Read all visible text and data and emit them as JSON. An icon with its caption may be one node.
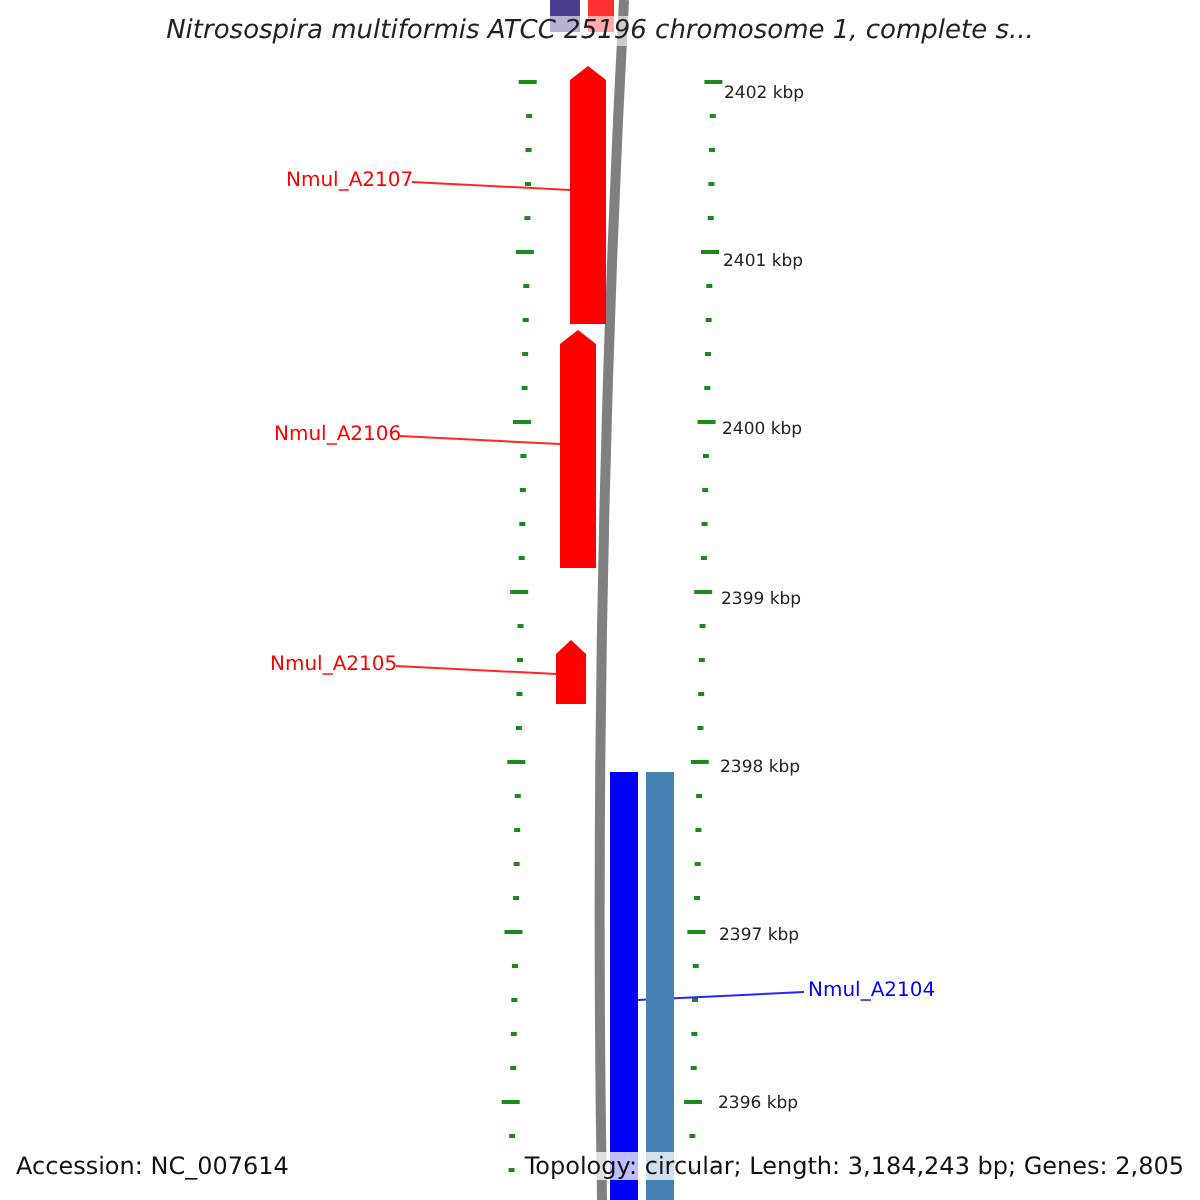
{
  "diagram": {
    "title": "Nitrosospira multiformis ATCC 25196 chromosome 1, complete s...",
    "nodes": [
      {
        "text": [
          "Nmul_A2107"
        ]
      },
      {
        "text": [],
        "shape": "arrow"
      },
      {
        "text": [
          "Nmul_A2106"
        ]
      },
      {
        "text": [],
        "shape": "arrow"
      },
      {
        "text": [
          "Nmul_A2105"
        ]
      },
      {
        "text": [],
        "shape": "arrow"
      },
      {
        "text": [
          "Nmul_A2104"
        ]
      },
      {
        "text": [],
        "shape": "bar"
      },
      {
        "text": [],
        "shape": "bar"
      },
      {
        "text": [],
        "shape": "bar"
      },
      {
        "text": [],
        "shape": "bar"
      }
    ],
    "edges": [
      {
        "from": 0,
        "to": 1,
        "arrow": "none",
        "color": "#ff0000"
      },
      {
        "from": 2,
        "to": 3,
        "arrow": "none",
        "color": "#ff0000"
      },
      {
        "from": 4,
        "to": 5,
        "arrow": "none",
        "color": "#ff0000"
      },
      {
        "from": 6,
        "to": 7,
        "arrow": "none",
        "color": "#0000ff"
      }
    ],
    "labels": [
      "2402 kbp",
      "2401 kbp",
      "2400 kbp",
      "2399 kbp",
      "2398 kbp",
      "2397 kbp",
      "2396 kbp",
      "Accession: NC_007614",
      "Topology: circular; Length: 3,184,243 bp; Genes: 2,805"
    ]
  }
}
